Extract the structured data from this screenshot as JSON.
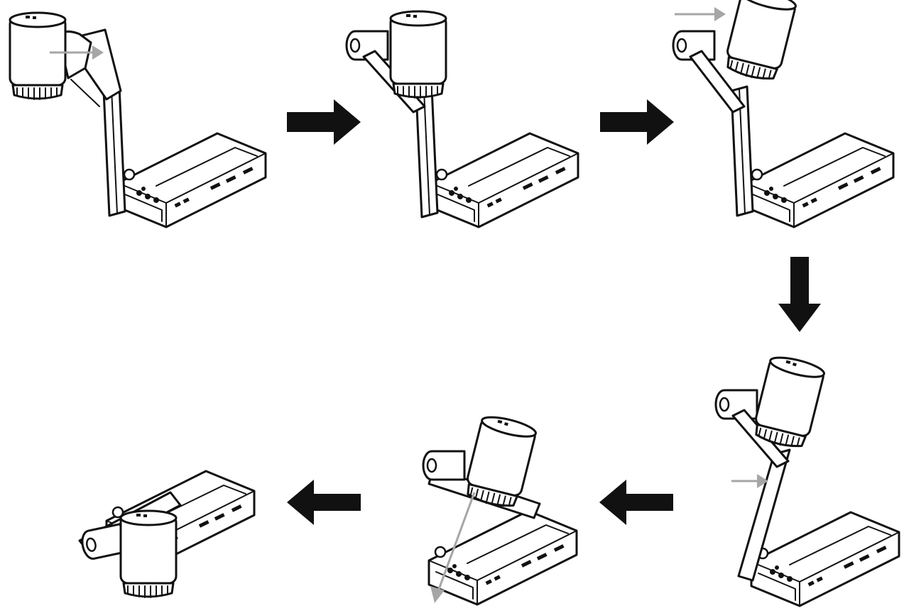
{
  "diagram": {
    "kind": "step-sequence",
    "step_count": 6,
    "steps": [
      {
        "index": 1,
        "camera": "folded-head-beside-arm",
        "hint_arrow": "right"
      },
      {
        "index": 2,
        "camera": "head-upright-arm-raised",
        "hint_arrow": "none"
      },
      {
        "index": 3,
        "camera": "head-tilted",
        "hint_arrow": "right"
      },
      {
        "index": 4,
        "camera": "head-tilted-arm-leaned",
        "hint_arrow": "right"
      },
      {
        "index": 5,
        "camera": "arm-lowering",
        "hint_arrow": "down-left"
      },
      {
        "index": 6,
        "camera": "fully-folded-flat",
        "hint_arrow": "none"
      }
    ],
    "flow_arrows": [
      "right",
      "right",
      "down",
      "left",
      "left"
    ],
    "colors": {
      "line": "#111111",
      "hint_arrow": "#a6a6a6",
      "flow_arrow": "#000000",
      "background": "#ffffff"
    }
  }
}
